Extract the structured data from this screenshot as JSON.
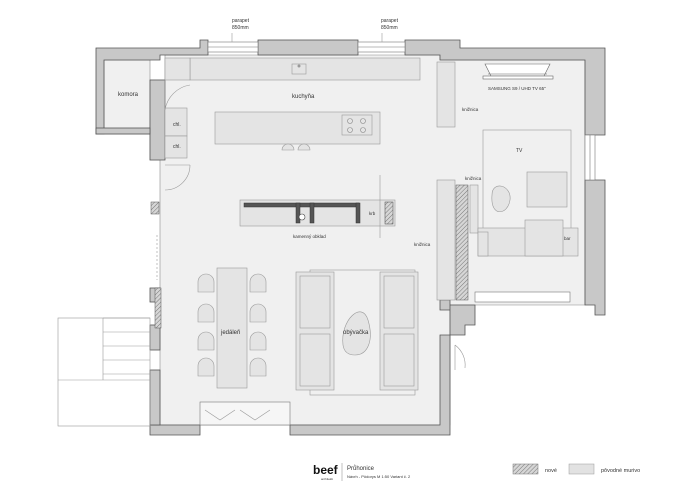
{
  "labels": {
    "parapet_left": "parapet",
    "parapet_left_value": "850mm",
    "parapet_right": "parapet",
    "parapet_right_value": "850mm",
    "komora": "komora",
    "kuchyna": "kuchyňa",
    "chl_1": "chl.",
    "chl_2": "chl.",
    "kamenny_obklad": "kamenný obklad",
    "krb": "krb",
    "kniznica_top": "knižnica",
    "kniznica_mid": "knižnica",
    "kniznica_side": "knižnica",
    "tv_label": "SAMSUNG S9 / UHD TV 65\"",
    "tv": "TV",
    "bar": "bar",
    "jedalen": "jedáleň",
    "obyvacka": "obývačka"
  },
  "legend": {
    "new": "nové",
    "original": "pôvodné murivo",
    "new_color": "#cfcfcf",
    "original_color": "#e2e2e2"
  },
  "titleblock": {
    "logo": "beef",
    "logo_sub": "architekti",
    "project": "Průhonice",
    "subtitle": "Návrh - Pôdorys M 1:50 Variant č. 2"
  }
}
